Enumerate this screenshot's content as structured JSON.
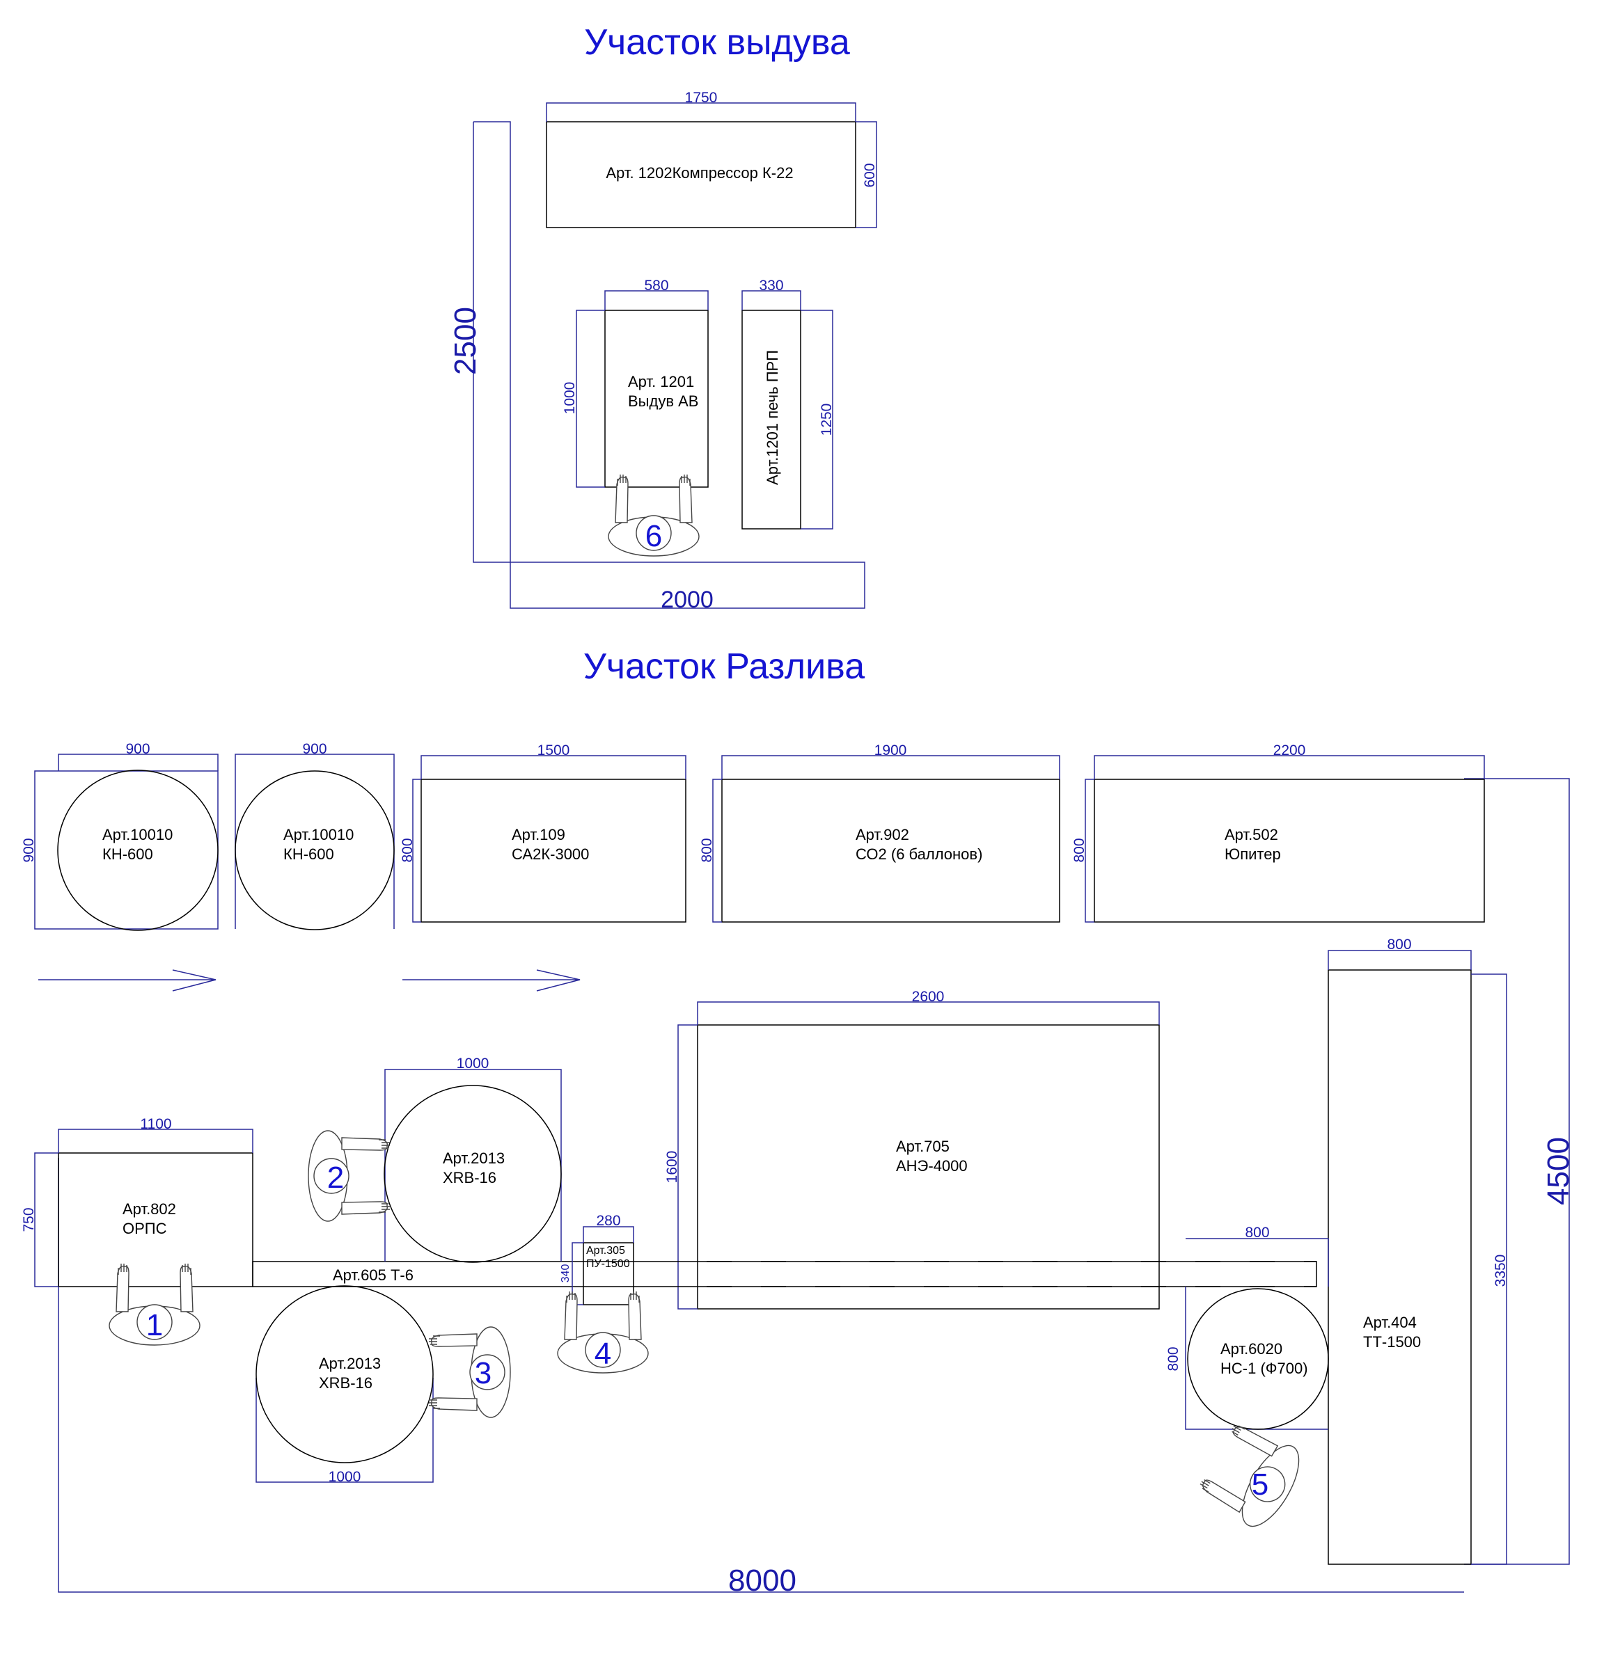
{
  "titles": {
    "blow": "Участок выдува",
    "fill": "Участок Разлива"
  },
  "equipment": {
    "compressor": [
      "Арт. 1202Компрессор К-22"
    ],
    "blow_machine": [
      "Арт. 1201",
      "Выдув АВ"
    ],
    "oven": [
      "Арт.1201 печь ПРП"
    ],
    "kn600_a": [
      "Арт.10010",
      "КН-600"
    ],
    "kn600_b": [
      "Арт.10010",
      "КН-600"
    ],
    "sa2k": [
      "Арт.109",
      "СА2К-3000"
    ],
    "co2": [
      "Арт.902",
      "СО2 (6 баллонов)"
    ],
    "jupiter": [
      "Арт.502",
      "Юпитер"
    ],
    "orps": [
      "Арт.802",
      "ОРПС"
    ],
    "xrb_top": [
      "Арт.2013",
      "XRB-16"
    ],
    "xrb_bottom": [
      "Арт.2013",
      "XRB-16"
    ],
    "t6": [
      "Арт.605  Т-6"
    ],
    "pu1500": [
      "Арт.305",
      "ПУ-1500"
    ],
    "ane4000": [
      "Арт.705",
      "АНЭ-4000"
    ],
    "ns1": [
      "Арт.6020",
      "НС-1 (Ф700)"
    ],
    "tt1500": [
      "Арт.404",
      "ТТ-1500"
    ]
  },
  "dimensions": {
    "compressor_w": "1750",
    "compressor_h": "600",
    "blow_machine_w": "580",
    "blow_machine_h": "1000",
    "oven_w": "330",
    "oven_h": "1250",
    "blow_area_h": "2500",
    "blow_area_w": "2000",
    "kn_a_w": "900",
    "kn_a_h": "900",
    "kn_b_w": "900",
    "sa2k_w": "1500",
    "sa2k_h": "800",
    "co2_w": "1900",
    "co2_h": "800",
    "jupiter_w": "2200",
    "jupiter_h": "800",
    "tt_w": "800",
    "ane_w": "2600",
    "ane_h": "1600",
    "xrb_top_w": "1000",
    "orps_w": "1100",
    "orps_h": "750",
    "pu_w": "280",
    "pu_h": "340",
    "ns_w": "800",
    "ns_h": "800",
    "tt_h": "3350",
    "fill_area_h": "4500",
    "xrb_bottom_w": "1000",
    "fill_area_w": "8000"
  },
  "workers": [
    "1",
    "2",
    "3",
    "4",
    "5",
    "6"
  ],
  "colors": {
    "dimension": "#1a1aa8",
    "title": "#1414d2",
    "outline": "#000000"
  }
}
